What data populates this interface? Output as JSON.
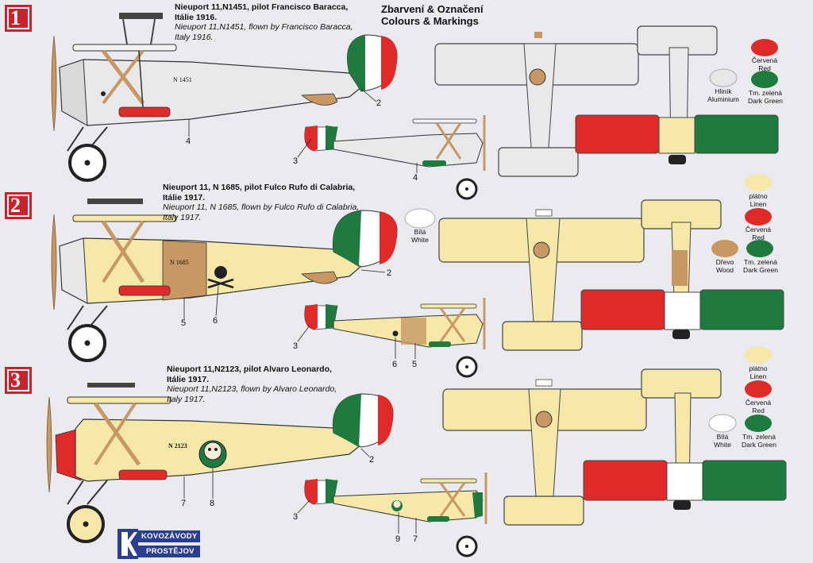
{
  "header": {
    "line1": "Zbarvení & Označení",
    "line2": "Colours & Markings"
  },
  "schemes": [
    {
      "num": "1",
      "title": "Nieuport 11,N1451, pilot Francisco Baracca,",
      "title2": "Itálie 1916.",
      "en1": "Nieuport 11,N1451, flown by Francisco Baracca,",
      "en2": "Italy 1916.",
      "serial": "N 1451"
    },
    {
      "num": "2",
      "title": "Nieuport 11, N 1685, pilot Fulco Rufo di Calabria,",
      "title2": "Itálie 1917.",
      "en1": "Nieuport 11, N 1685, flown by Fulco Rufo di Calabria,",
      "en2": "Italy 1917.",
      "serial": "N 1685"
    },
    {
      "num": "3",
      "title": "Nieuport 11,N2123, pilot Alvaro Leonardo,",
      "title2": "Itálie 1917.",
      "en1": "Nieuport 11,N2123, flown by Alvaro Leonardo,",
      "en2": "Italy 1917.",
      "serial": "N 2123"
    }
  ],
  "callouts": {
    "c1": "4",
    "c2": "2",
    "c3": "3",
    "c4": "4",
    "c5": "5",
    "c6": "6",
    "c7": "2",
    "c8": "3",
    "c9": "6",
    "c10": "5",
    "c11": "2",
    "c12": "7",
    "c13": "8",
    "c14": "3",
    "c15": "9",
    "c16": "7"
  },
  "legend": {
    "red_cz": "Červená",
    "red_en": "Red",
    "alu_cz": "Hliník",
    "alu_en": "Aluminium",
    "green_cz": "Tm. zelená",
    "green_en": "Dark Green",
    "white_cz": "Bílá",
    "white_en": "White",
    "linen_cz": "plátno",
    "linen_en": "Linen",
    "wood_cz": "Dřevo",
    "wood_en": "Wood"
  },
  "colors": {
    "red": "#e02a2a",
    "green": "#1e7a3e",
    "linen": "#f6e8a9",
    "alu": "#e6e7e9",
    "wood": "#c79863",
    "white": "#ffffff",
    "badge": "#c8222a"
  },
  "logo": {
    "line1": "KOVOZÁVODY",
    "line2": "PROSTĚJOV"
  }
}
